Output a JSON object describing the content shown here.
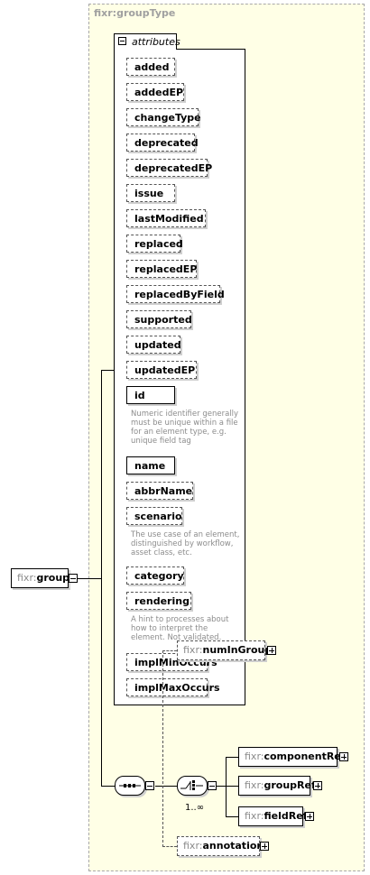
{
  "complex_type": {
    "prefix": "fixr:",
    "name": "groupType"
  },
  "attributes_header": "attributes",
  "attributes": [
    {
      "name": "added",
      "required": false
    },
    {
      "name": "addedEP",
      "required": false
    },
    {
      "name": "changeType",
      "required": false
    },
    {
      "name": "deprecated",
      "required": false
    },
    {
      "name": "deprecatedEP",
      "required": false
    },
    {
      "name": "issue",
      "required": false
    },
    {
      "name": "lastModified",
      "required": false
    },
    {
      "name": "replaced",
      "required": false
    },
    {
      "name": "replacedEP",
      "required": false
    },
    {
      "name": "replacedByField",
      "required": false
    },
    {
      "name": "supported",
      "required": false
    },
    {
      "name": "updated",
      "required": false
    },
    {
      "name": "updatedEP",
      "required": false
    },
    {
      "name": "id",
      "required": true,
      "doc": [
        "Numeric identifier generally",
        "must be unique within a file",
        "for an element type, e.g.",
        "unique field tag"
      ]
    },
    {
      "name": "name",
      "required": true
    },
    {
      "name": "abbrName",
      "required": false
    },
    {
      "name": "scenario",
      "required": false,
      "doc": [
        "The use case of an element,",
        "distinguished by workflow,",
        "asset class, etc."
      ]
    },
    {
      "name": "category",
      "required": false
    },
    {
      "name": "rendering",
      "required": false,
      "doc": [
        "A hint to processes about",
        "how to interpret the",
        "element. Not validated."
      ]
    },
    {
      "name": "implMinOccurs",
      "required": false
    },
    {
      "name": "implMaxOccurs",
      "required": false
    }
  ],
  "root_element": {
    "prefix": "fixr:",
    "name": "group"
  },
  "children": {
    "numInGroup": {
      "prefix": "fixr:",
      "name": "numInGroup"
    },
    "annotation": {
      "prefix": "fixr:",
      "name": "annotation"
    },
    "choice_cardinality": "1..∞",
    "choices": [
      {
        "prefix": "fixr:",
        "name": "componentRef"
      },
      {
        "prefix": "fixr:",
        "name": "groupRef"
      },
      {
        "prefix": "fixr:",
        "name": "fieldRef"
      }
    ]
  }
}
